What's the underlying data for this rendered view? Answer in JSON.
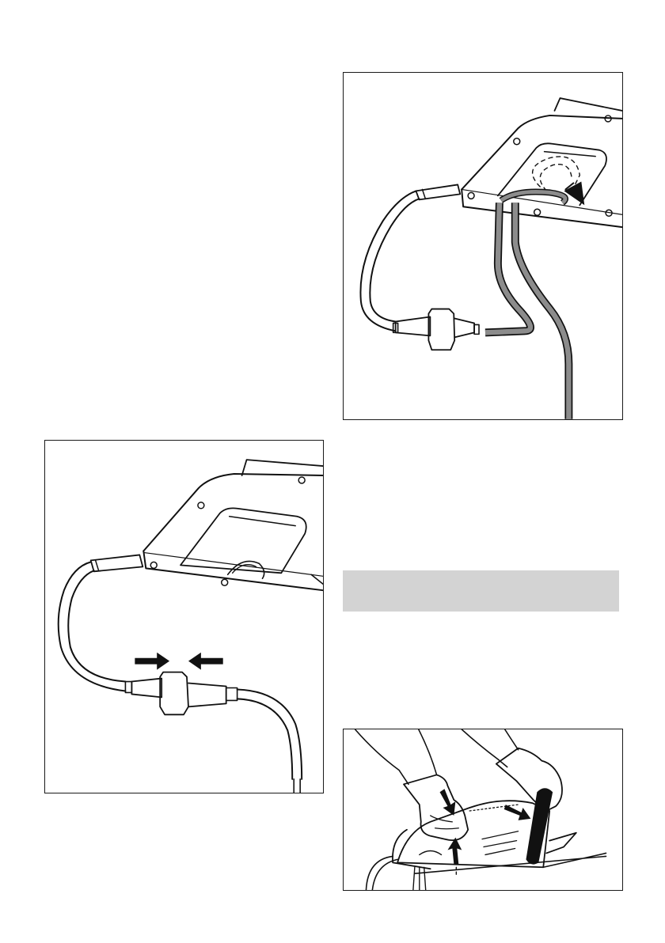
{
  "page": {
    "background": "#ffffff",
    "band_color": "#d3d3d3",
    "line_color": "#111111",
    "cable_gray": "#8c8c8c"
  },
  "figures": [
    {
      "id": "cable-loop-strain-relief",
      "icons": [
        "hedge-trimmer-handle",
        "cable-loop",
        "plug-coupling",
        "arrow-icon"
      ]
    },
    {
      "id": "plug-connection",
      "icons": [
        "hedge-trimmer-handle",
        "power-cable",
        "plug-coupling",
        "push-arrows-icon"
      ]
    },
    {
      "id": "two-hand-operation",
      "icons": [
        "gloved-hands",
        "hedge-trimmer-body",
        "arrow-icon"
      ]
    }
  ]
}
